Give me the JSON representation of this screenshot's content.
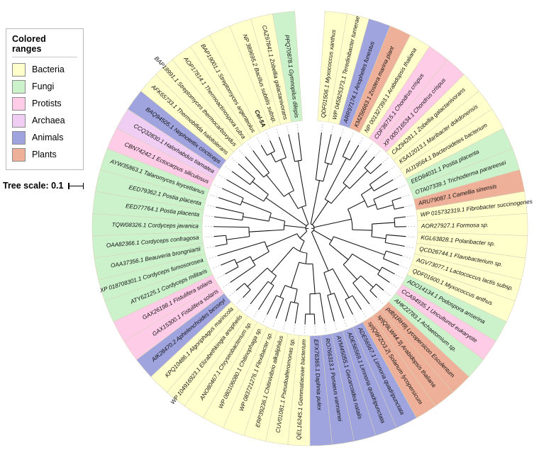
{
  "legend": {
    "title": "Colored ranges",
    "items": [
      {
        "label": "Bacteria",
        "color": "#ffffcc"
      },
      {
        "label": "Fungi",
        "color": "#ccf2cc"
      },
      {
        "label": "Protists",
        "color": "#ffcce8"
      },
      {
        "label": "Archaea",
        "color": "#f0cdf2"
      },
      {
        "label": "Animals",
        "color": "#9fa3de"
      },
      {
        "label": "Plants",
        "color": "#eeb099"
      }
    ]
  },
  "scale": {
    "label": "Tree scale: 0.1",
    "value": 0.1
  },
  "chart_data": {
    "type": "tree",
    "layout": "circular",
    "title": "",
    "scale_label": "Tree scale: 0.1",
    "group_colors": {
      "Bacteria": "#ffffcc",
      "Fungi": "#ccf2cc",
      "Protists": "#ffcce8",
      "Archaea": "#f0cdf2",
      "Animals": "#9fa3de",
      "Plants": "#eeb099"
    },
    "leaf_count": 61,
    "start_angle_deg": -86,
    "total_sweep_deg": 352,
    "leaves": [
      {
        "label": "QDF01506.1 Myxococcus xanthus",
        "group": "Bacteria",
        "bold": false
      },
      {
        "label": "WP 045825373.1 Teredinibacter turnerae",
        "group": "Bacteria",
        "bold": false
      },
      {
        "label": "ARR97174.1 Anopheles funestus",
        "group": "Animals",
        "bold": false
      },
      {
        "label": "KMZ56663.1 Zostera marina plant",
        "group": "Plants",
        "bold": false
      },
      {
        "label": "NP 001327393.1 Arabidopsis thaliana",
        "group": "Bacteria",
        "bold": false
      },
      {
        "label": "CDF36715.1 Chondrus crispus",
        "group": "Protists",
        "bold": false
      },
      {
        "label": "XP 005716534.1 Chondrus crispus",
        "group": "Protists",
        "bold": false
      },
      {
        "label": "CAZ94281.1 Zobellia galactanivorans",
        "group": "Bacteria",
        "bold": false
      },
      {
        "label": "KSA12013.1 Maribacter dokdonensis",
        "group": "Bacteria",
        "bold": false
      },
      {
        "label": "AIJ19564.1 Bacteroidetes bacterium",
        "group": "Bacteria",
        "bold": false
      },
      {
        "label": "EED84031.1 Postia placenta",
        "group": "Fungi",
        "bold": false
      },
      {
        "label": "OTA07339.1 Trichoderma parareesei",
        "group": "Fungi",
        "bold": false
      },
      {
        "label": "ARU79087.1 Camellia sinensis",
        "group": "Plants",
        "bold": false
      },
      {
        "label": "WP 015732319.1 Fibrobacter succinogenes",
        "group": "Bacteria",
        "bold": false
      },
      {
        "label": "AOR27927.1 Formosa sp.",
        "group": "Bacteria",
        "bold": false
      },
      {
        "label": "KGL63828.1 Polaribacter sp.",
        "group": "Bacteria",
        "bold": false
      },
      {
        "label": "QCD26744.1 Flavobacterium sp.",
        "group": "Bacteria",
        "bold": false
      },
      {
        "label": "AGV73077.1 Lactococcus lactis subsp.",
        "group": "Bacteria",
        "bold": false
      },
      {
        "label": "QDF01600.1 Myxococcus anthus",
        "group": "Bacteria",
        "bold": false
      },
      {
        "label": "ADO14134.1 Podospora anserina",
        "group": "Fungi",
        "bold": false
      },
      {
        "label": "CCA94935.1 Uncultured eukaryote",
        "group": "Protists",
        "bold": false
      },
      {
        "label": "AHK22783.1 Achaetomium sp.",
        "group": "Fungi",
        "bold": false
      },
      {
        "label": "pdb|1RH9| Lycopersicon Esculentum",
        "group": "Plants",
        "bold": false
      },
      {
        "label": "sp|Q9LW44.3| Arabidopsis thaliana",
        "group": "Plants",
        "bold": false
      },
      {
        "label": "sp|Q9FZO3.2| Solanum lycopersicum",
        "group": "Plants",
        "bold": false
      },
      {
        "label": "ADE56567.1 Limnoria quadripunctata",
        "group": "Animals",
        "bold": false
      },
      {
        "label": "ADE56569.1 Limnoria quadripunctata",
        "group": "Animals",
        "bold": false
      },
      {
        "label": "AYM45055.1 Gecarcoidea natalis",
        "group": "Animals",
        "bold": false
      },
      {
        "label": "RO766313.1 Penaeus vannamei",
        "group": "Animals",
        "bold": false
      },
      {
        "label": "EFX76365.1 Daphnia pulex",
        "group": "Animals",
        "bold": false
      },
      {
        "label": "QEL16245.1 Gemmatiaceae bacterium",
        "group": "Bacteria",
        "bold": false
      },
      {
        "label": "CUV01081.1 Pseudoalteromonas sp.",
        "group": "Bacteria",
        "bold": false
      },
      {
        "label": "ERP39236.1 Chitinivibrio alkaliphilus",
        "group": "Bacteria",
        "bold": false
      },
      {
        "label": "WP 083721276.1 Flexibacter sp.",
        "group": "Bacteria",
        "bold": false
      },
      {
        "label": "WP 080106080.1 Chitinophaga sp.",
        "group": "Bacteria",
        "bold": false
      },
      {
        "label": "ANO80467.1 Chryseobacterium sp.",
        "group": "Bacteria",
        "bold": false
      },
      {
        "label": "WP 104916923.1 Elizabethkingia anophelis",
        "group": "Bacteria",
        "bold": false
      },
      {
        "label": "KPQ10486.1 Algoriphagus marincola",
        "group": "Bacteria",
        "bold": false
      },
      {
        "label": "AIK28470.2 Aphelenchoides besseyi",
        "group": "Animals",
        "bold": false
      },
      {
        "label": "GAX15300.1 Fistulifera solaris",
        "group": "Protists",
        "bold": false
      },
      {
        "label": "GAX26198.1 Fistulifera solaris",
        "group": "Protists",
        "bold": false
      },
      {
        "label": "ATY62125.1 Cordyceps militaris",
        "group": "Fungi",
        "bold": false
      },
      {
        "label": "XP 018708301.1 Cordyceps fumosorosea",
        "group": "Fungi",
        "bold": false
      },
      {
        "label": "OAA37356.1 Beauveria brongniartii",
        "group": "Fungi",
        "bold": false
      },
      {
        "label": "OAA82366.1 Cordyceps confragosa",
        "group": "Fungi",
        "bold": false
      },
      {
        "label": "TQW08326.1 Cordyceps javanica",
        "group": "Fungi",
        "bold": false
      },
      {
        "label": "EED77764.1 Postia placenta",
        "group": "Fungi",
        "bold": false
      },
      {
        "label": "EED79362.1 Postia placenta",
        "group": "Fungi",
        "bold": false
      },
      {
        "label": "AYW35863.1 Talaromyces leycettanus",
        "group": "Fungi",
        "bold": false
      },
      {
        "label": "CBN74242.1 Ectocarpus siliculosus",
        "group": "Protists",
        "bold": false
      },
      {
        "label": "CCQ32830.1 Halorhabdus tiamatea",
        "group": "Archaea",
        "bold": false
      },
      {
        "label": "BAQ94505.1 Nephotettix cincticeps",
        "group": "Animals",
        "bold": false
      },
      {
        "label": "AFK65733.1 Thermobifida halotolerans",
        "group": "Bacteria",
        "bold": false
      },
      {
        "label": "BAP18991.1 Streptomyces thermocarboxydus",
        "group": "Bacteria",
        "bold": false
      },
      {
        "label": "AOP17814.1 Thermoactinospora rubra",
        "group": "Bacteria",
        "bold": false
      },
      {
        "label": "BAP19001.1 Streptomyces argenteolus",
        "group": "Bacteria",
        "bold": false
      },
      {
        "label": "Cel-5A",
        "group": "Bacteria",
        "bold": true
      },
      {
        "label": "NP 389695.2 Bacillus subtilis subsp.",
        "group": "Bacteria",
        "bold": false
      },
      {
        "label": "CAZ97841.1 Zobellia galactanivorans",
        "group": "Bacteria",
        "bold": false
      },
      {
        "label": "PPQ70878.1 Gymnopilus dilepis",
        "group": "Fungi",
        "bold": false
      }
    ]
  }
}
